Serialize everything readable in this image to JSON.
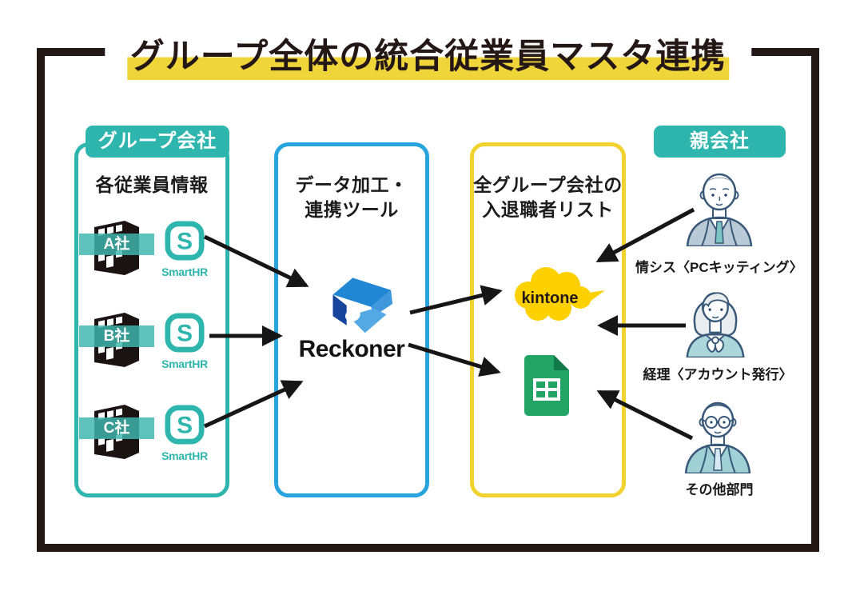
{
  "title": "グループ全体の統合従業員マスタ連携",
  "group_section": {
    "badge": "グループ会社",
    "heading": "各従業員情報",
    "smarthr_glyph": "S",
    "companies": [
      {
        "label": "A社",
        "service": "SmartHR"
      },
      {
        "label": "B社",
        "service": "SmartHR"
      },
      {
        "label": "C社",
        "service": "SmartHR"
      }
    ]
  },
  "tool_section": {
    "heading_line1": "データ加工・",
    "heading_line2": "連携ツール",
    "product": "Reckoner"
  },
  "output_section": {
    "heading_line1": "全グループ会社の",
    "heading_line2": "入退職者リスト",
    "apps": [
      {
        "name": "kintone",
        "label": "kintone"
      },
      {
        "name": "google-sheets",
        "label": ""
      }
    ]
  },
  "parent_section": {
    "badge": "親会社",
    "roles": [
      {
        "label": "情シス〈PCキッティング〉"
      },
      {
        "label": "経理〈アカウント発行〉"
      },
      {
        "label": "その他部門"
      }
    ]
  },
  "colors": {
    "teal": "#2eb6ae",
    "blue_border": "#29a3dd",
    "yellow_border": "#f2d22e",
    "highlight_yellow": "#efd53a",
    "kintone_yellow": "#fdd000",
    "sheets_green": "#21a464",
    "frame_dark": "#231815",
    "arrow_black": "#161616"
  }
}
